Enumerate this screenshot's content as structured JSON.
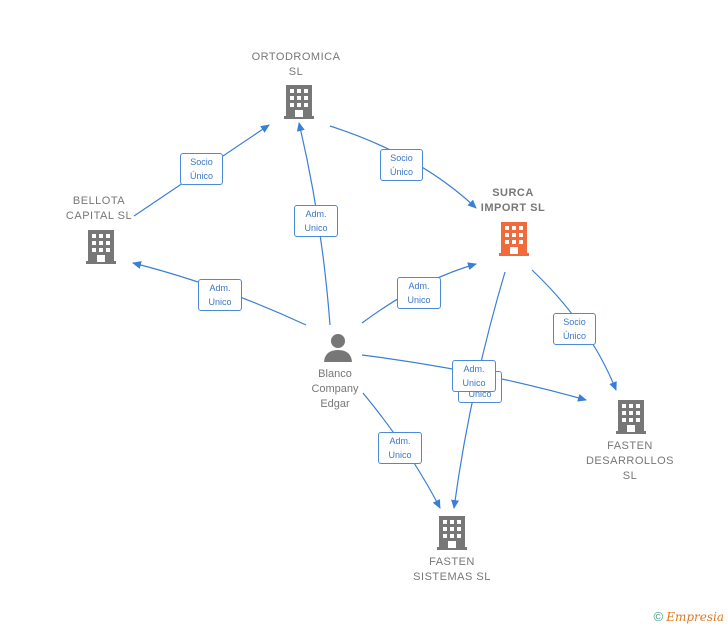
{
  "nodes": {
    "ortodromica": {
      "name": "ORTODROMICA\nSL"
    },
    "surca": {
      "name": "SURCA\nIMPORT  SL"
    },
    "bellota": {
      "name": "BELLOTA\nCAPITAL  SL"
    },
    "blanco": {
      "name": "Blanco\nCompany\nEdgar"
    },
    "fasten_desarrollos": {
      "name": "FASTEN\nDESARROLLOS\nSL"
    },
    "fasten_sistemas": {
      "name": "FASTEN\nSISTEMAS  SL"
    }
  },
  "edges": {
    "bellota_ortodromica": "Socio\nÚnico",
    "ortodromica_surca": "Socio\nÚnico",
    "blanco_ortodromica": "Adm.\nUnico",
    "blanco_bellota": "Adm.\nUnico",
    "blanco_surca": "Adm.\nUnico",
    "surca_fasten_desarrollos": "Socio\nÚnico",
    "blanco_fasten_desarrollos": "Adm.\nUnico",
    "surca_fasten_sistemas": "Adm.\nUnico",
    "blanco_fasten_sistemas": "Adm.\nUnico"
  },
  "footer": {
    "copyright": "©",
    "brand": "Empresia"
  },
  "colors": {
    "edge": "#3a7fd5",
    "company": "#777777",
    "focus_company": "#f06a3c",
    "person": "#777777"
  }
}
